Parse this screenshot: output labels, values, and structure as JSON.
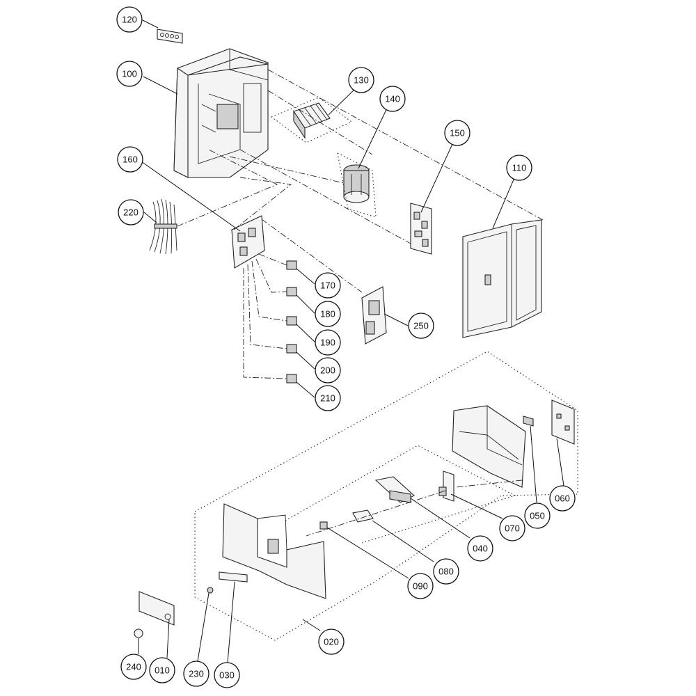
{
  "callouts": [
    {
      "id": "120",
      "label": "120"
    },
    {
      "id": "100",
      "label": "100"
    },
    {
      "id": "130",
      "label": "130"
    },
    {
      "id": "140",
      "label": "140"
    },
    {
      "id": "150",
      "label": "150"
    },
    {
      "id": "110",
      "label": "110"
    },
    {
      "id": "160",
      "label": "160"
    },
    {
      "id": "220",
      "label": "220"
    },
    {
      "id": "170",
      "label": "170"
    },
    {
      "id": "180",
      "label": "180"
    },
    {
      "id": "190",
      "label": "190"
    },
    {
      "id": "250",
      "label": "250"
    },
    {
      "id": "200",
      "label": "200"
    },
    {
      "id": "210",
      "label": "210"
    },
    {
      "id": "060",
      "label": "060"
    },
    {
      "id": "050",
      "label": "050"
    },
    {
      "id": "070",
      "label": "070"
    },
    {
      "id": "040",
      "label": "040"
    },
    {
      "id": "080",
      "label": "080"
    },
    {
      "id": "090",
      "label": "090"
    },
    {
      "id": "020",
      "label": "020"
    },
    {
      "id": "240",
      "label": "240"
    },
    {
      "id": "010",
      "label": "010"
    },
    {
      "id": "230",
      "label": "230"
    },
    {
      "id": "030",
      "label": "030"
    }
  ]
}
